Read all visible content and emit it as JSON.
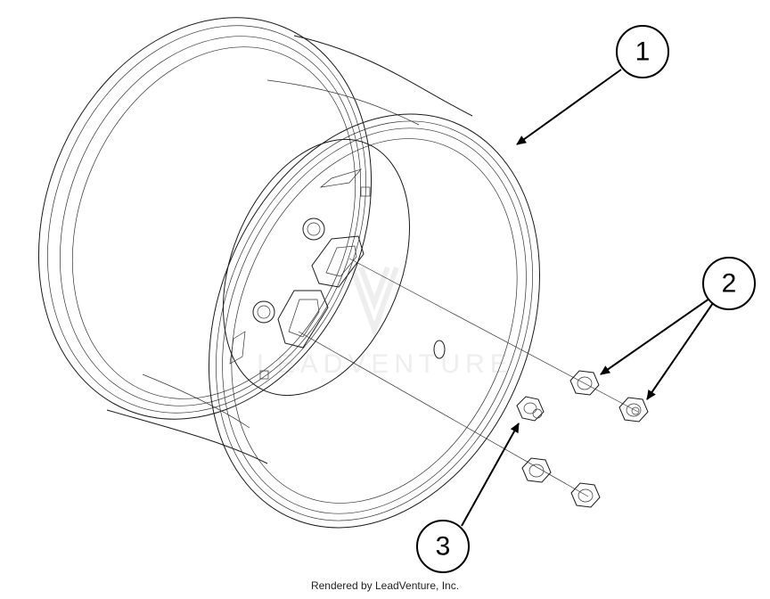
{
  "callouts": [
    {
      "id": "1",
      "label": "1"
    },
    {
      "id": "2",
      "label": "2"
    },
    {
      "id": "3",
      "label": "3"
    }
  ],
  "watermark": "LEADVENTURE",
  "footer": "Rendered by LeadVenture, Inc.",
  "colors": {
    "line": "#1a1a1a",
    "background": "#ffffff",
    "watermark": "#eeeeee"
  }
}
